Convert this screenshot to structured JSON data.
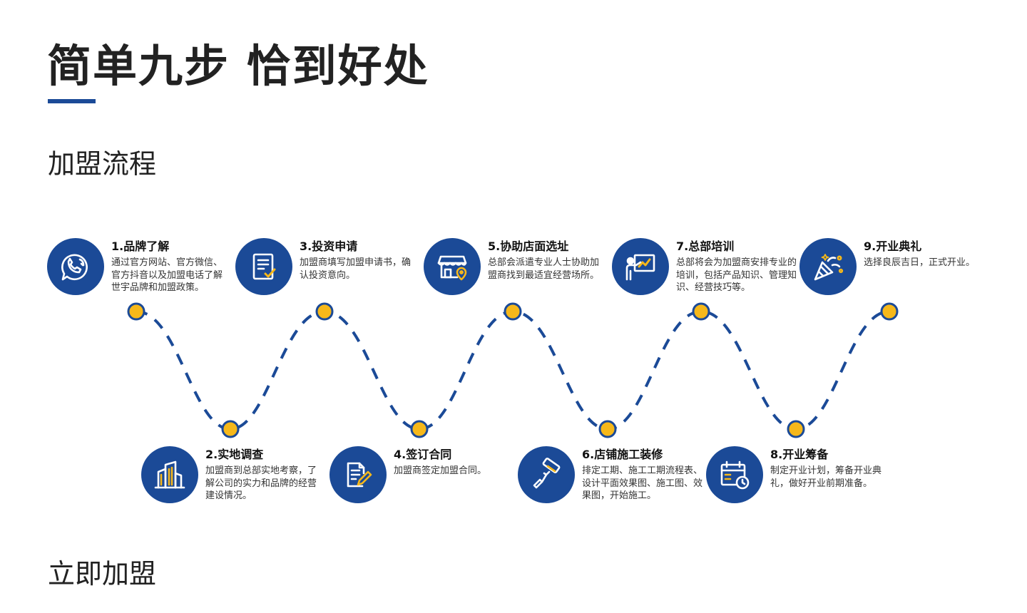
{
  "header": {
    "title": "简单九步 恰到好处"
  },
  "sections": {
    "flow_title": "加盟流程",
    "join_title": "立即加盟"
  },
  "colors": {
    "brand_blue": "#1b4a97",
    "dot_yellow": "#f6b81a",
    "title_text": "#222222"
  },
  "steps": [
    {
      "title": "1.品牌了解",
      "desc": "通过官方网站、官方微信、官方抖音以及加盟电话了解世宇品牌和加盟政策。",
      "icon": "phone-chat-icon"
    },
    {
      "title": "2.实地调查",
      "desc": "加盟商到总部实地考察，了解公司的实力和品牌的经营建设情况。",
      "icon": "buildings-icon"
    },
    {
      "title": "3.投资申请",
      "desc": "加盟商填写加盟申请书，确认投资意向。",
      "icon": "checklist-icon"
    },
    {
      "title": "4.签订合同",
      "desc": "加盟商签定加盟合同。",
      "icon": "contract-sign-icon"
    },
    {
      "title": "5.协助店面选址",
      "desc": "总部会派遣专业人士协助加盟商找到最适宜经营场所。",
      "icon": "store-location-icon"
    },
    {
      "title": "6.店铺施工装修",
      "desc": "排定工期、施工工期流程表、设计平面效果图、施工图、效果图，开始施工。",
      "icon": "paint-roller-icon"
    },
    {
      "title": "7.总部培训",
      "desc": "总部将会为加盟商安排专业的培训，包括产品知识、管理知识、经营技巧等。",
      "icon": "training-board-icon"
    },
    {
      "title": "8.开业筹备",
      "desc": "制定开业计划，筹备开业典礼，做好开业前期准备。",
      "icon": "calendar-clock-icon"
    },
    {
      "title": "9.开业典礼",
      "desc": "选择良辰吉日，正式开业。",
      "icon": "party-popper-icon"
    }
  ]
}
